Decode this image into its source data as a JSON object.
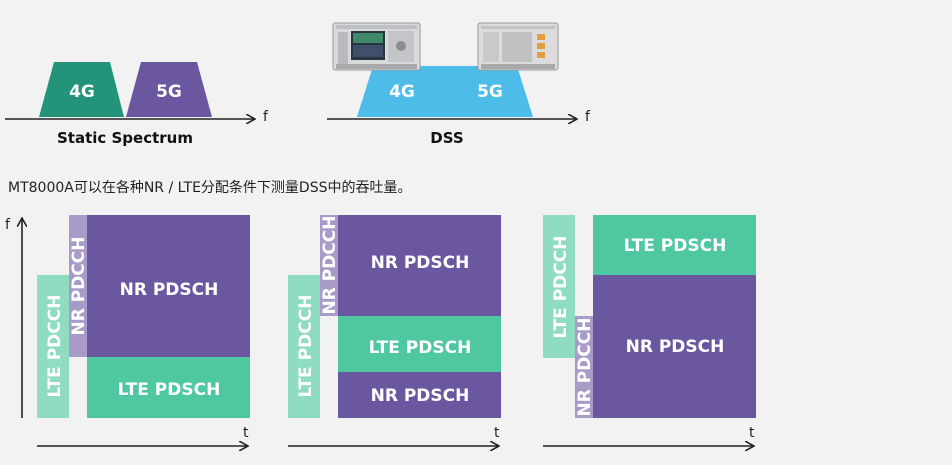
{
  "colors": {
    "nr": "#6a57a0",
    "nr_light": "#a89bc7",
    "lte": "#4fc8a2",
    "lte_light": "#8fdcc0",
    "g4": "#239479",
    "g5": "#6a57a0",
    "dss_bg": "#4dbce8",
    "axis": "#222222",
    "background": "#f2f2f2"
  },
  "top": {
    "static": {
      "label_4g": "4G",
      "label_5g": "5G",
      "axis_label": "f",
      "caption": "Static Spectrum"
    },
    "dss": {
      "label_4g": "4G",
      "label_5g": "5G",
      "axis_label": "f",
      "caption": "DSS"
    }
  },
  "description": "MT8000A可以在各种NR / LTE分配条件下测量DSS中的吞吐量。",
  "diagrams": {
    "d1": {
      "y_axis_label": "f",
      "t_label": "t",
      "lte_pdcch": "LTE PDCCH",
      "nr_pdcch": "NR PDCCH",
      "nr_pdsch": "NR PDSCH",
      "lte_pdsch": "LTE PDSCH"
    },
    "d2": {
      "t_label": "t",
      "lte_pdcch": "LTE PDCCH",
      "nr_pdcch": "NR PDCCH",
      "nr_pdsch_top": "NR PDSCH",
      "lte_pdsch": "LTE PDSCH",
      "nr_pdsch_bottom": "NR PDSCH"
    },
    "d3": {
      "t_label": "t",
      "lte_pdcch": "LTE PDCCH",
      "nr_pdcch": "NR PDCCH",
      "lte_pdsch": "LTE PDSCH",
      "nr_pdsch": "NR PDSCH"
    }
  }
}
